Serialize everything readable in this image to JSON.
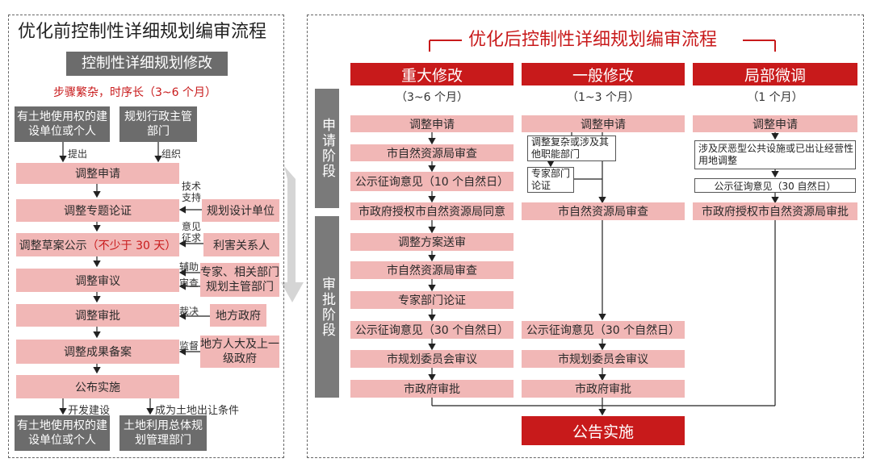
{
  "left": {
    "title": "优化前控制性详细规划编审流程",
    "header_box": "控制性详细规划修改",
    "subtitle": "步骤繁杂，时序长（3~6 个月）",
    "initiator_left": "有土地使用权的建设单位或个人",
    "initiator_right": "规划行政主管部门",
    "label_tichu": "提出",
    "label_zuzhi": "组织",
    "steps": [
      {
        "text": "调整申请"
      },
      {
        "text": "调整专题论证"
      },
      {
        "text": "调整草案公示",
        "note": "（不少于 30 天）"
      },
      {
        "text": "调整审议"
      },
      {
        "text": "调整审批"
      },
      {
        "text": "调整成果备案"
      },
      {
        "text": "公布实施"
      }
    ],
    "actors": [
      {
        "label": "技术支持",
        "name": "规划设计单位"
      },
      {
        "label": "意见征求",
        "name": "利害关系人"
      },
      {
        "label": "辅助",
        "name": "专家、相关部门"
      },
      {
        "label": "审查",
        "name": "规划主管部门"
      },
      {
        "label": "裁决",
        "name": "地方政府"
      },
      {
        "label": "监督",
        "name": "地方人大及上一级政府"
      }
    ],
    "bottom_label_left": "开发建设",
    "bottom_label_right": "成为土地出让条件",
    "result_left": "有土地使用权的建设单位或个人",
    "result_right": "土地利用总体规划管理部门"
  },
  "right": {
    "title": "优化后控制性详细规划编审流程",
    "stage_apply": "申请阶段",
    "stage_approve": "审批阶段",
    "columns": [
      {
        "header": "重大修改",
        "duration": "（3~6 个月）",
        "steps": [
          "调整申请",
          "市自然资源局审查",
          "公示征询意见（10 个自然日）",
          "市政府授权市自然资源局同意",
          "调整方案送审",
          "市自然资源局审查",
          "专家部门论证",
          "公示征询意见（30 个自然日）",
          "市规划委员会审议",
          "市政府审批"
        ]
      },
      {
        "header": "一般修改",
        "duration": "（1~3 个月）",
        "steps": [
          "调整申请",
          "市自然资源局审查",
          "公示征询意见（30 个自然日）",
          "市规划委员会审议",
          "市政府审批"
        ],
        "branch_1": "调整复杂或涉及其他职能部门",
        "branch_2": "专家部门论证"
      },
      {
        "header": "局部微调",
        "duration": "（1 个月）",
        "steps": [
          "调整申请",
          "涉及厌恶型公共设施或已出让经营性用地调整",
          "公示征询意见（30 自然日）",
          "市政府授权市自然资源局审批"
        ]
      }
    ],
    "final": "公告实施"
  },
  "colors": {
    "red": "#c81a1b",
    "pink": "#f1b7b6",
    "gray": "#6c6c6c",
    "stage": "#7a7a7a",
    "connector": "#c8c8c8"
  }
}
